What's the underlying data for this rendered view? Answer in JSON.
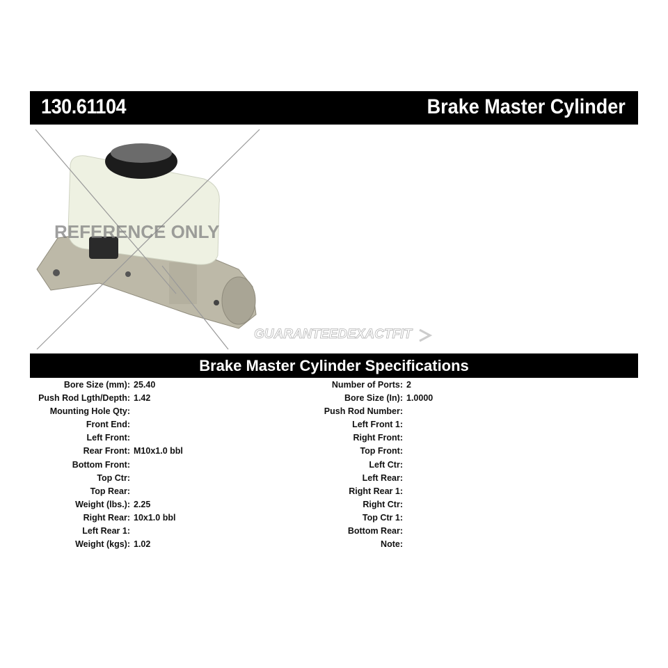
{
  "header": {
    "part_number": "130.61104",
    "title": "Brake Master Cylinder"
  },
  "image": {
    "subject": "brake master cylinder product photo",
    "watermark_reference": "REFERENCE ONLY",
    "watermark_brand": "GUARANTEEDEXACTFIT",
    "colors": {
      "reservoir": "#eef1e2",
      "cap": "#1c1c1c",
      "body": "#bdb9a8",
      "connector": "#2a2a2a"
    }
  },
  "specs": {
    "title": "Brake Master Cylinder Specifications",
    "left": [
      {
        "label": "Bore Size (mm):",
        "value": "25.40"
      },
      {
        "label": "Push Rod Lgth/Depth:",
        "value": "1.42"
      },
      {
        "label": "Mounting Hole Qty:",
        "value": ""
      },
      {
        "label": "Front End:",
        "value": ""
      },
      {
        "label": "Left Front:",
        "value": ""
      },
      {
        "label": "Rear Front:",
        "value": "M10x1.0 bbl"
      },
      {
        "label": "Bottom Front:",
        "value": ""
      },
      {
        "label": "Top Ctr:",
        "value": ""
      },
      {
        "label": "Top Rear:",
        "value": ""
      },
      {
        "label": "Weight (lbs.):",
        "value": "2.25"
      },
      {
        "label": "Right Rear:",
        "value": "10x1.0 bbl"
      },
      {
        "label": "Left Rear 1:",
        "value": ""
      },
      {
        "label": "Weight (kgs):",
        "value": "1.02"
      }
    ],
    "right": [
      {
        "label": "Number of Ports:",
        "value": "2"
      },
      {
        "label": "Bore Size (In):",
        "value": "1.0000"
      },
      {
        "label": "Push Rod Number:",
        "value": ""
      },
      {
        "label": "Left Front 1:",
        "value": ""
      },
      {
        "label": "Right Front:",
        "value": ""
      },
      {
        "label": "Top Front:",
        "value": ""
      },
      {
        "label": "Left Ctr:",
        "value": ""
      },
      {
        "label": "Left Rear:",
        "value": ""
      },
      {
        "label": "Right Rear 1:",
        "value": ""
      },
      {
        "label": "Right Ctr:",
        "value": ""
      },
      {
        "label": "Top Ctr 1:",
        "value": ""
      },
      {
        "label": "Bottom Rear:",
        "value": ""
      },
      {
        "label": "Note:",
        "value": ""
      }
    ]
  }
}
